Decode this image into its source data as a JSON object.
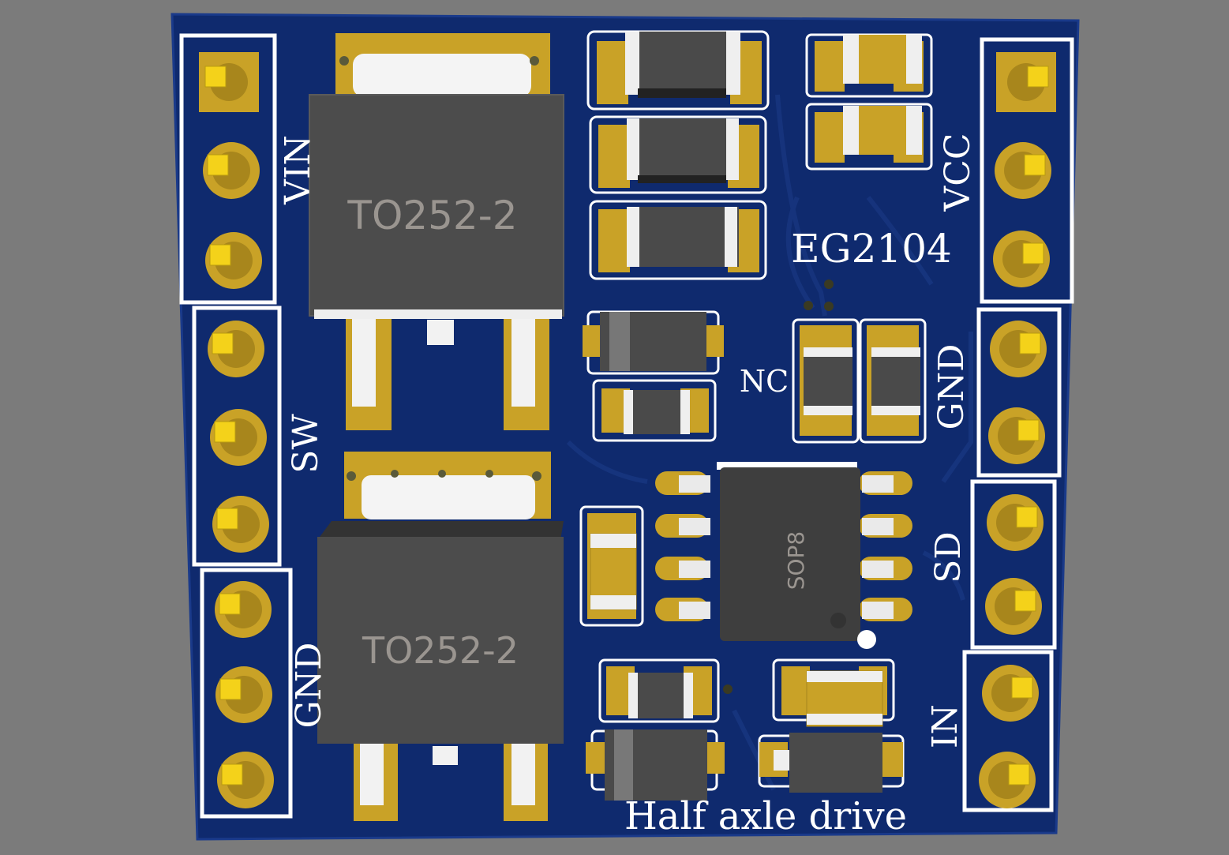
{
  "board": {
    "title": "EG2104",
    "footer": "Half axle drive",
    "colors": {
      "board": "#0f2a6e",
      "copper": "#c9a227",
      "silkscreen": "#ffffff",
      "component": "#4a4a4a",
      "background": "#7b7b7b"
    }
  },
  "left_header": {
    "groups": [
      "VIN",
      "SW",
      "GND"
    ]
  },
  "right_header": {
    "groups": [
      "VCC",
      "GND",
      "SD",
      "IN"
    ]
  },
  "labels": {
    "nc": "NC"
  },
  "components": {
    "mosfet_top": "TO252-2",
    "mosfet_bottom": "TO252-2",
    "driver_ic": "SOP8"
  }
}
